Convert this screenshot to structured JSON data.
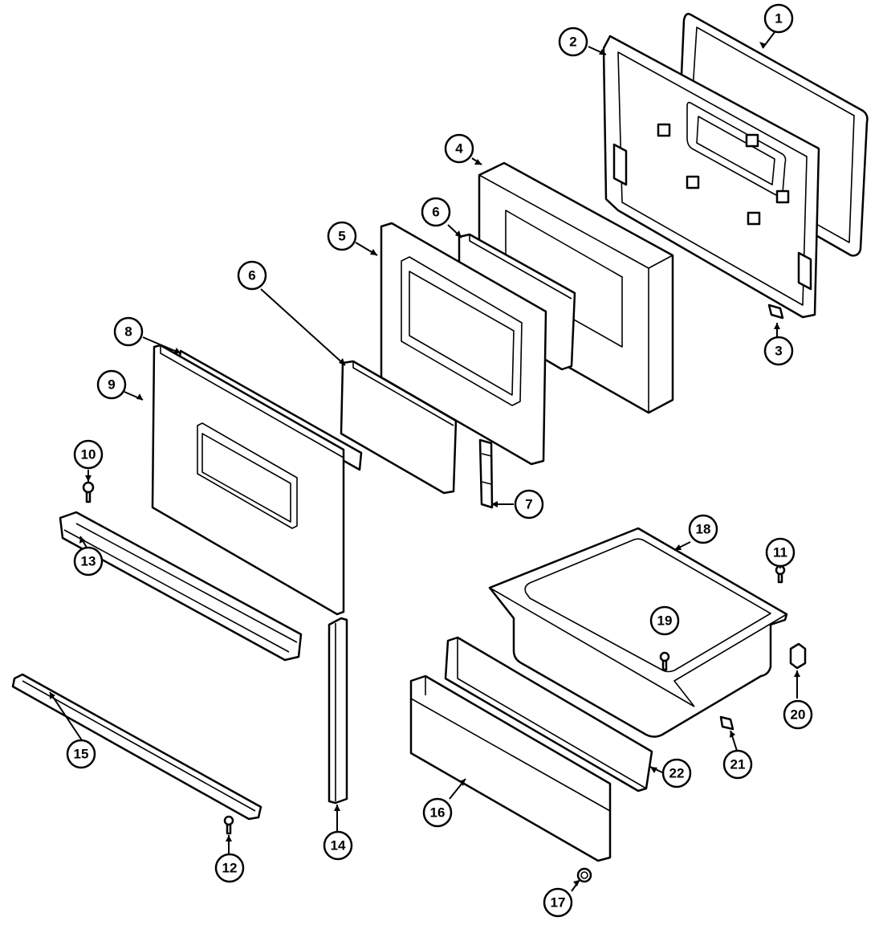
{
  "callouts": [
    {
      "label": "1"
    },
    {
      "label": "2"
    },
    {
      "label": "3"
    },
    {
      "label": "4"
    },
    {
      "label": "5"
    },
    {
      "label": "6"
    },
    {
      "label": "6"
    },
    {
      "label": "7"
    },
    {
      "label": "8"
    },
    {
      "label": "9"
    },
    {
      "label": "10"
    },
    {
      "label": "11"
    },
    {
      "label": "12"
    },
    {
      "label": "13"
    },
    {
      "label": "14"
    },
    {
      "label": "15"
    },
    {
      "label": "16"
    },
    {
      "label": "17"
    },
    {
      "label": "18"
    },
    {
      "label": "19"
    },
    {
      "label": "20"
    },
    {
      "label": "21"
    },
    {
      "label": "22"
    }
  ],
  "colors": {
    "line": "#000000",
    "background": "#ffffff"
  }
}
